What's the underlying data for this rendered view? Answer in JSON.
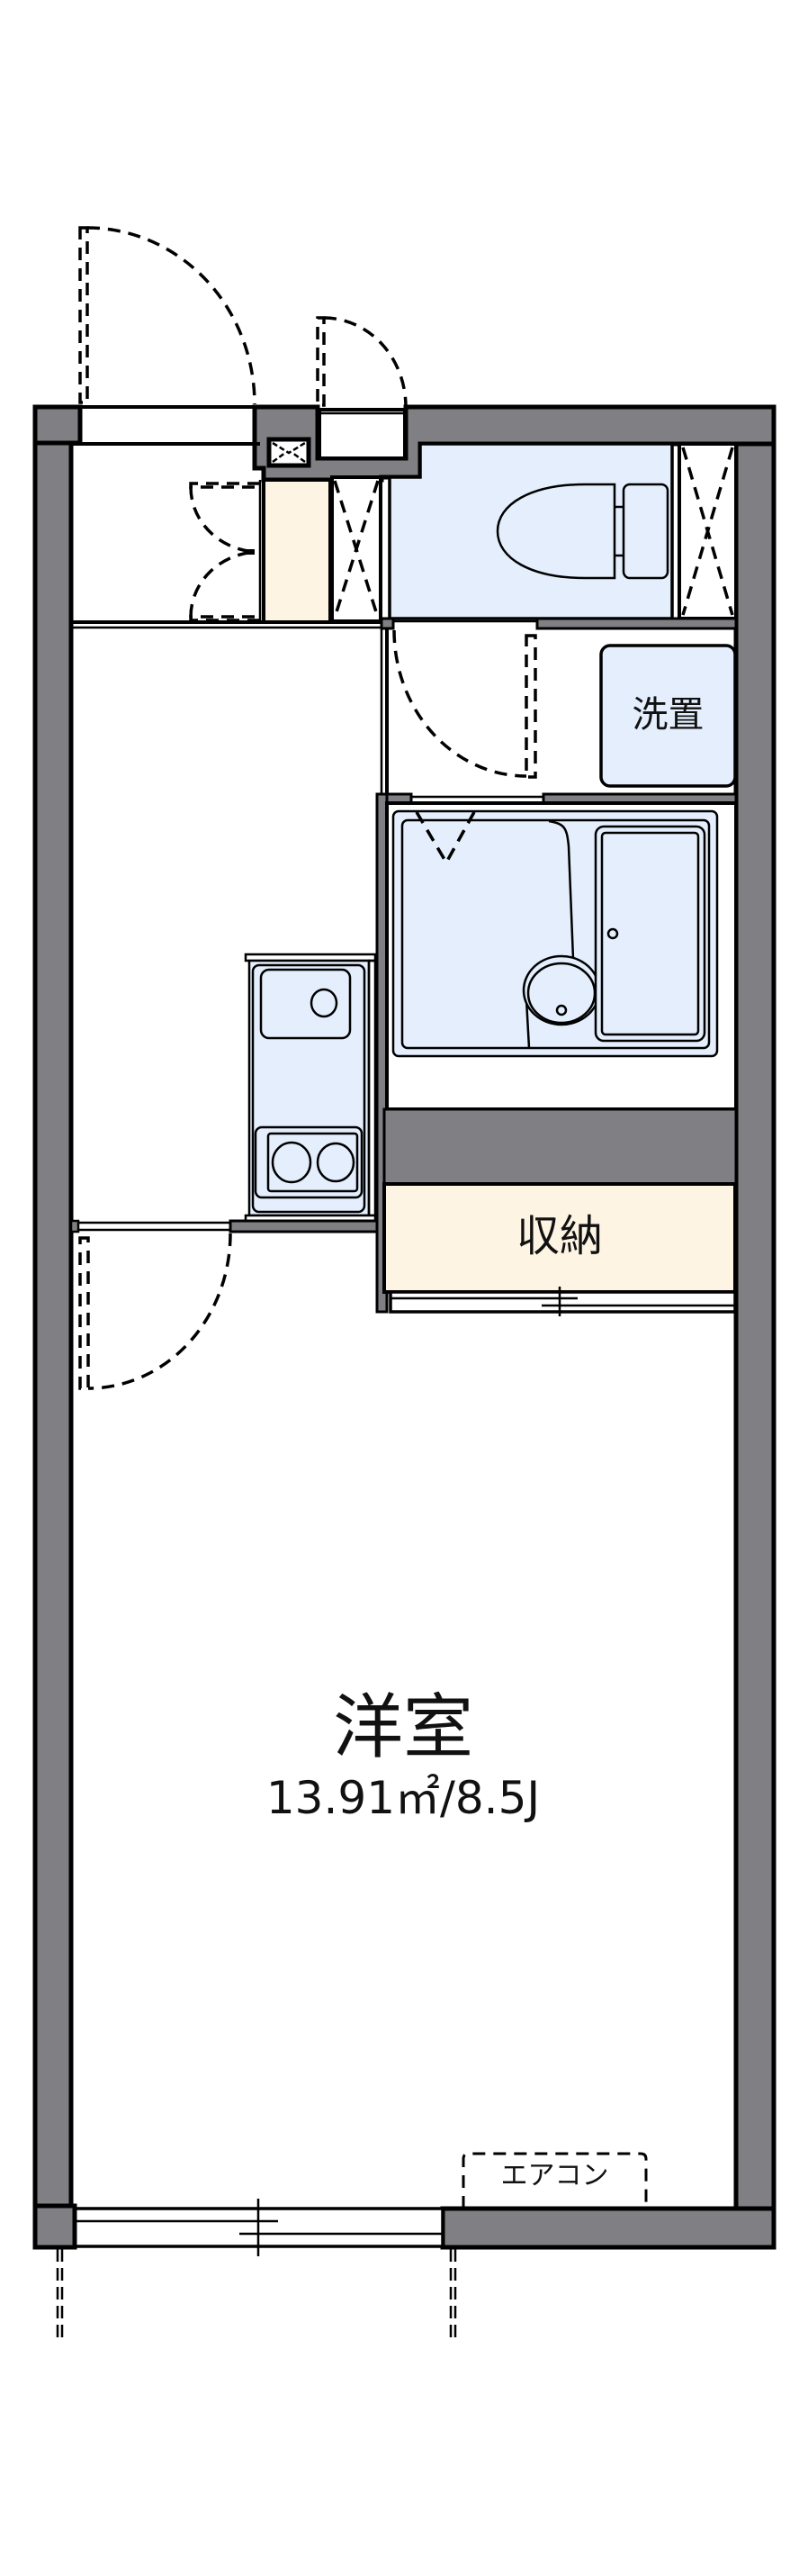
{
  "colors": {
    "wall": "#808084",
    "wet_area": "#e4eefc",
    "storage": "#fdf4e3",
    "line": "#000000",
    "background": "#ffffff"
  },
  "rooms": {
    "western_room": {
      "name": "洋室",
      "area": "13.91㎡/8.5J"
    },
    "storage": {
      "name": "収納"
    },
    "washer_space": {
      "name": "洗置"
    },
    "aircon": {
      "name": "エアコン"
    }
  },
  "fixtures": [
    {
      "id": "entrance-door",
      "type": "swing-door"
    },
    {
      "id": "pipe-shaft-door",
      "type": "swing-door"
    },
    {
      "id": "mailbox",
      "type": "meter-box"
    },
    {
      "id": "shoe-cabinet",
      "type": "storage"
    },
    {
      "id": "toilet",
      "type": "toilet"
    },
    {
      "id": "toilet-closet",
      "type": "closet"
    },
    {
      "id": "washroom-door",
      "type": "swing-door"
    },
    {
      "id": "unit-bath",
      "type": "bathtub-with-basin"
    },
    {
      "id": "kitchen",
      "type": "sink-and-2-burner-stove"
    },
    {
      "id": "living-door",
      "type": "swing-door"
    },
    {
      "id": "storage-sliding-door",
      "type": "sliding-door"
    },
    {
      "id": "balcony-window",
      "type": "sliding-window"
    }
  ]
}
